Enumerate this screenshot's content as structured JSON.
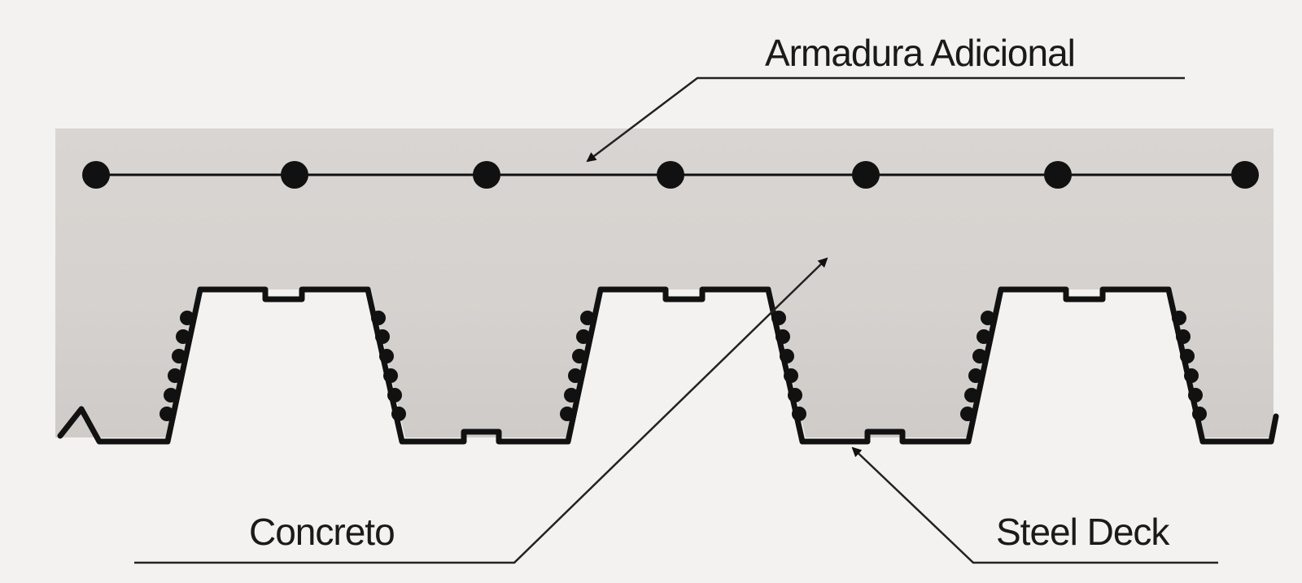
{
  "diagram": {
    "title": "",
    "labels": {
      "reinforcement": "Armadura Adicional",
      "concrete": "Concreto",
      "deck": "Steel Deck"
    },
    "rebar_count": 7,
    "colors": {
      "background": "#f3f2f0",
      "concrete": "#d8d4d1",
      "steel": "#111111",
      "leader": "#222222"
    }
  }
}
